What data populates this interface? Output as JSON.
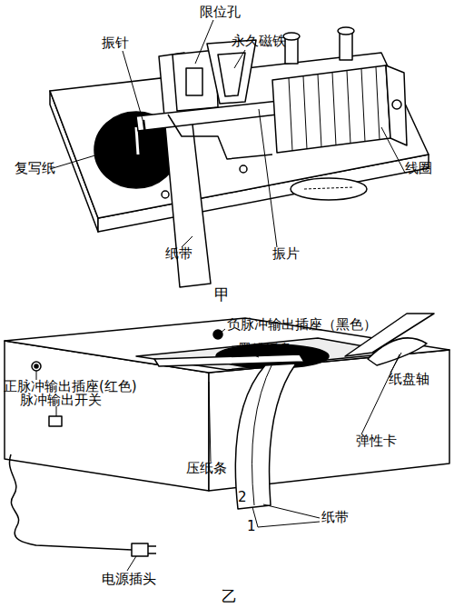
{
  "diagram": {
    "labels": [
      "限位孔",
      "振针",
      "永久磁铁",
      "线圈",
      "复写纸",
      "纸带",
      "振片",
      "甲",
      "负脉冲输出插座（黑色）",
      "墨粉纸盘",
      "纸盘轴",
      "正脉冲输出插座(红色)",
      "脉冲输出开关",
      "弹性卡",
      "压纸条",
      "2",
      "1",
      "纸带",
      "电源插头",
      "乙"
    ]
  }
}
